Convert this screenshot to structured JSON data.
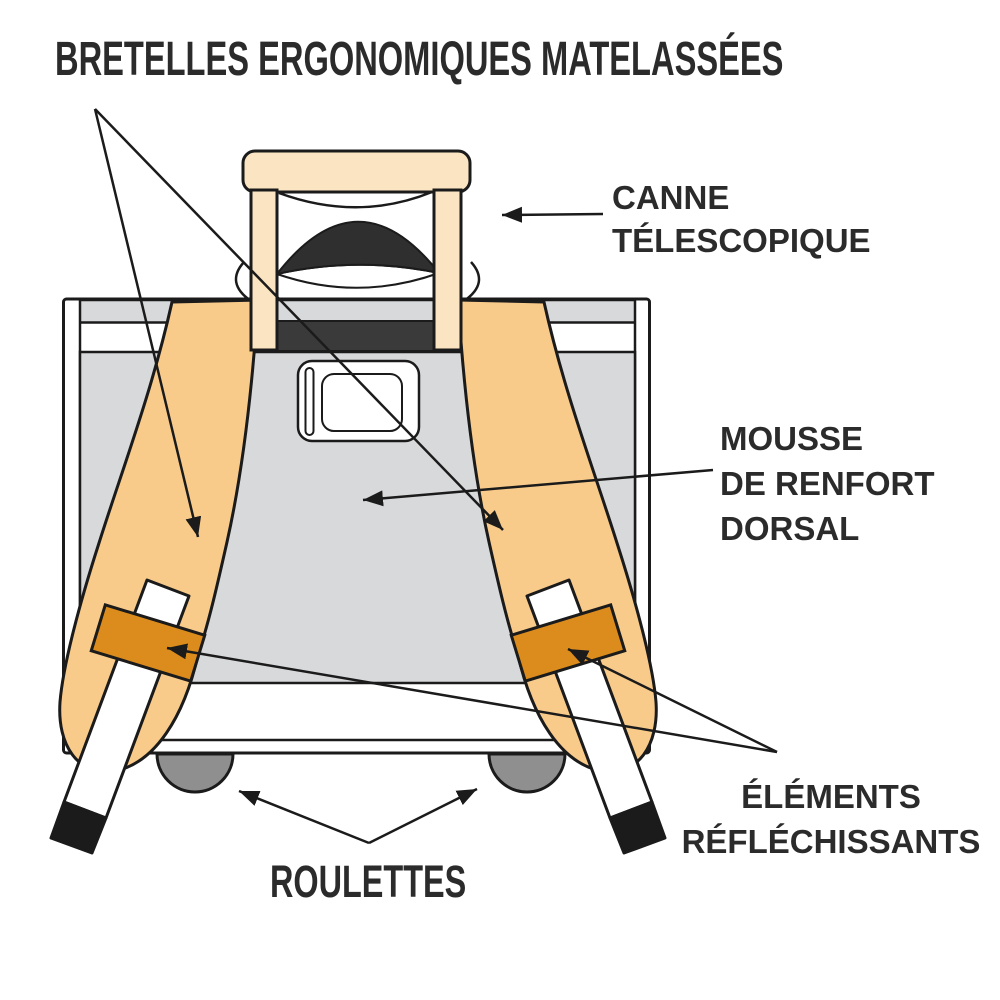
{
  "palette": {
    "ink": "#1B1B1B",
    "text": "#2B2B2B",
    "strap": "#F9CB8B",
    "strap-band": "#DC8C1D",
    "handle-cream": "#FBE4C1",
    "panel-gray": "#D8D9DB",
    "top-strip-dark": "#3A3A3A",
    "wheel-gray": "#8F8F8F",
    "white": "#FFFFFF"
  },
  "labels": {
    "straps": "BRETELLES ERGONOMIQUES MATELASSÉES",
    "telescopic_handle": {
      "line1": "CANNE",
      "line2": "TÉLESCOPIQUE"
    },
    "back_foam": {
      "line1": "MOUSSE",
      "line2": "DE RENFORT",
      "line3": "DORSAL"
    },
    "reflective": {
      "line1": "ÉLÉMENTS",
      "line2": "RÉFLÉCHISSANTS"
    },
    "wheels": "ROULETTES"
  }
}
